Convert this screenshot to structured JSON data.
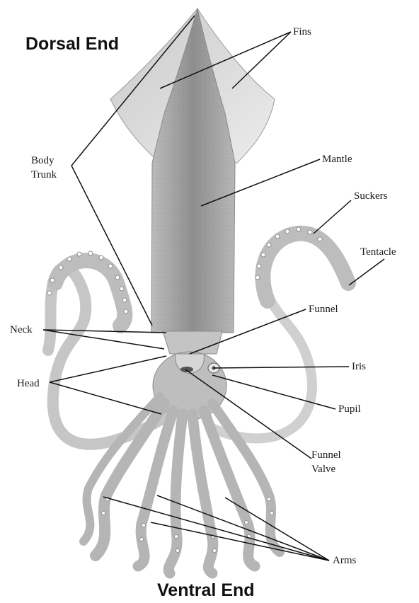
{
  "headings": {
    "dorsal": "Dorsal End",
    "ventral": "Ventral End"
  },
  "labels": {
    "fins": "Fins",
    "body_trunk_line1": "Body",
    "body_trunk_line2": "Trunk",
    "mantle": "Mantle",
    "suckers": "Suckers",
    "tentacle": "Tentacle",
    "funnel": "Funnel",
    "neck": "Neck",
    "iris": "Iris",
    "head": "Head",
    "pupil": "Pupil",
    "funnel_valve_line1": "Funnel",
    "funnel_valve_line2": "Valve",
    "arms": "Arms"
  },
  "colors": {
    "body": "#cdcdcd",
    "body_shadow": "#a9a9a9",
    "fins": "#dcdcdc",
    "leader_line": "#111111",
    "text": "#1a1a1a"
  }
}
